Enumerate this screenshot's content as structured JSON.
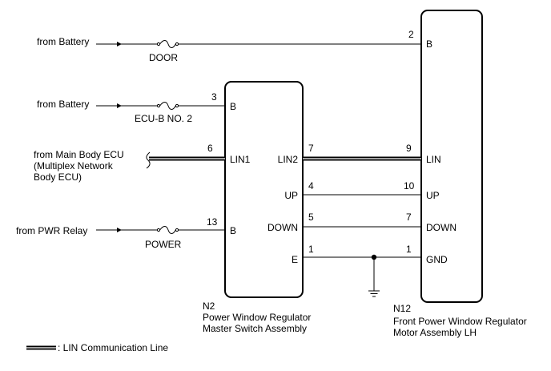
{
  "inputs": {
    "from_battery_1": "from Battery",
    "from_battery_2": "from Battery",
    "main_body_line1": "from Main Body ECU",
    "main_body_line2": "(Multiplex Network",
    "main_body_line3": "Body ECU)",
    "pwr_relay": "from PWR Relay"
  },
  "fuses": {
    "door": "DOOR",
    "ecub": "ECU-B NO. 2",
    "power": "POWER"
  },
  "n2": {
    "code": "N2",
    "name_line1": "Power Window Regulator",
    "name_line2": "Master Switch Assembly",
    "pins_left": [
      {
        "num": "3",
        "label": "B"
      },
      {
        "num": "6",
        "label": "LIN1"
      },
      {
        "num": "13",
        "label": "B"
      }
    ],
    "pins_right": [
      {
        "num": "7",
        "label": "LIN2"
      },
      {
        "num": "4",
        "label": "UP"
      },
      {
        "num": "5",
        "label": "DOWN"
      },
      {
        "num": "1",
        "label": "E"
      }
    ]
  },
  "n12": {
    "code": "N12",
    "name_line1": "Front Power Window Regulator",
    "name_line2": "Motor Assembly LH",
    "pins": [
      {
        "num": "2",
        "label": "B"
      },
      {
        "num": "9",
        "label": "LIN"
      },
      {
        "num": "10",
        "label": "UP"
      },
      {
        "num": "7",
        "label": "DOWN"
      },
      {
        "num": "1",
        "label": "GND"
      }
    ]
  },
  "legend": {
    "text": ": LIN Communication Line"
  }
}
